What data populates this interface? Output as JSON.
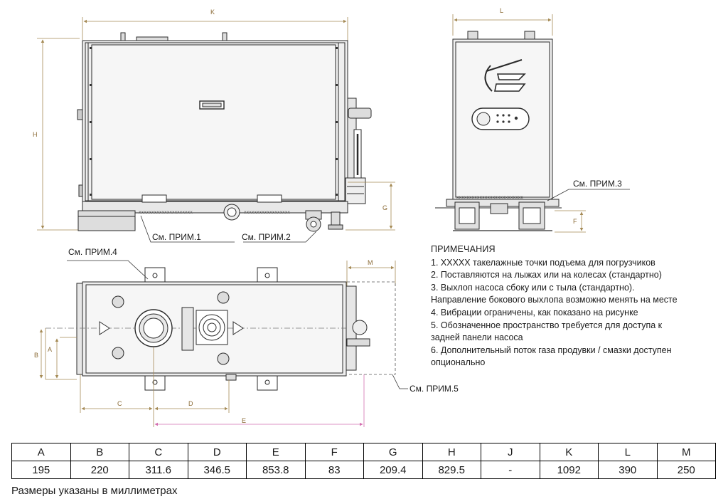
{
  "callouts": {
    "note1": "См. ПРИМ.1",
    "note2": "См. ПРИМ.2",
    "note3": "См. ПРИМ.3",
    "note4": "См. ПРИМ.4",
    "note5": "См. ПРИМ.5"
  },
  "dimension_letters": {
    "k": "K",
    "l": "L",
    "h": "H",
    "g": "G",
    "f": "F",
    "m": "M",
    "a": "A",
    "b": "B",
    "c": "C",
    "d": "D",
    "e": "E"
  },
  "notes": {
    "title": "ПРИМЕЧАНИЯ",
    "items": [
      "1. XXXXX такелажные точки подъема для погрузчиков",
      "2. Поставляются на лыжах или на колесах (стандартно)",
      "3. Выхлоп насоса сбоку или с тыла (стандартно).",
      "Направление бокового выхлопа возможно менять на месте",
      "4. Вибрации ограничены, как показано на рисунке",
      "5. Обозначенное пространство требуется для доступа к",
      "задней панели насоса",
      "6. Дополнительный поток газа продувки / смазки доступен",
      "опционально"
    ]
  },
  "dimensions_table": {
    "headers": [
      "A",
      "B",
      "C",
      "D",
      "E",
      "F",
      "G",
      "H",
      "J",
      "K",
      "L",
      "M"
    ],
    "values": [
      "195",
      "220",
      "311.6",
      "346.5",
      "853.8",
      "83",
      "209.4",
      "829.5",
      "-",
      "1092",
      "390",
      "250"
    ]
  },
  "footer": "Размеры указаны в миллиметрах",
  "colors": {
    "outline": "#2a2a2a",
    "body_fill": "#efefef",
    "dimension_line": "#a58a55",
    "access_dim_line": "#d36fb0",
    "access_boundary": "#555555"
  }
}
